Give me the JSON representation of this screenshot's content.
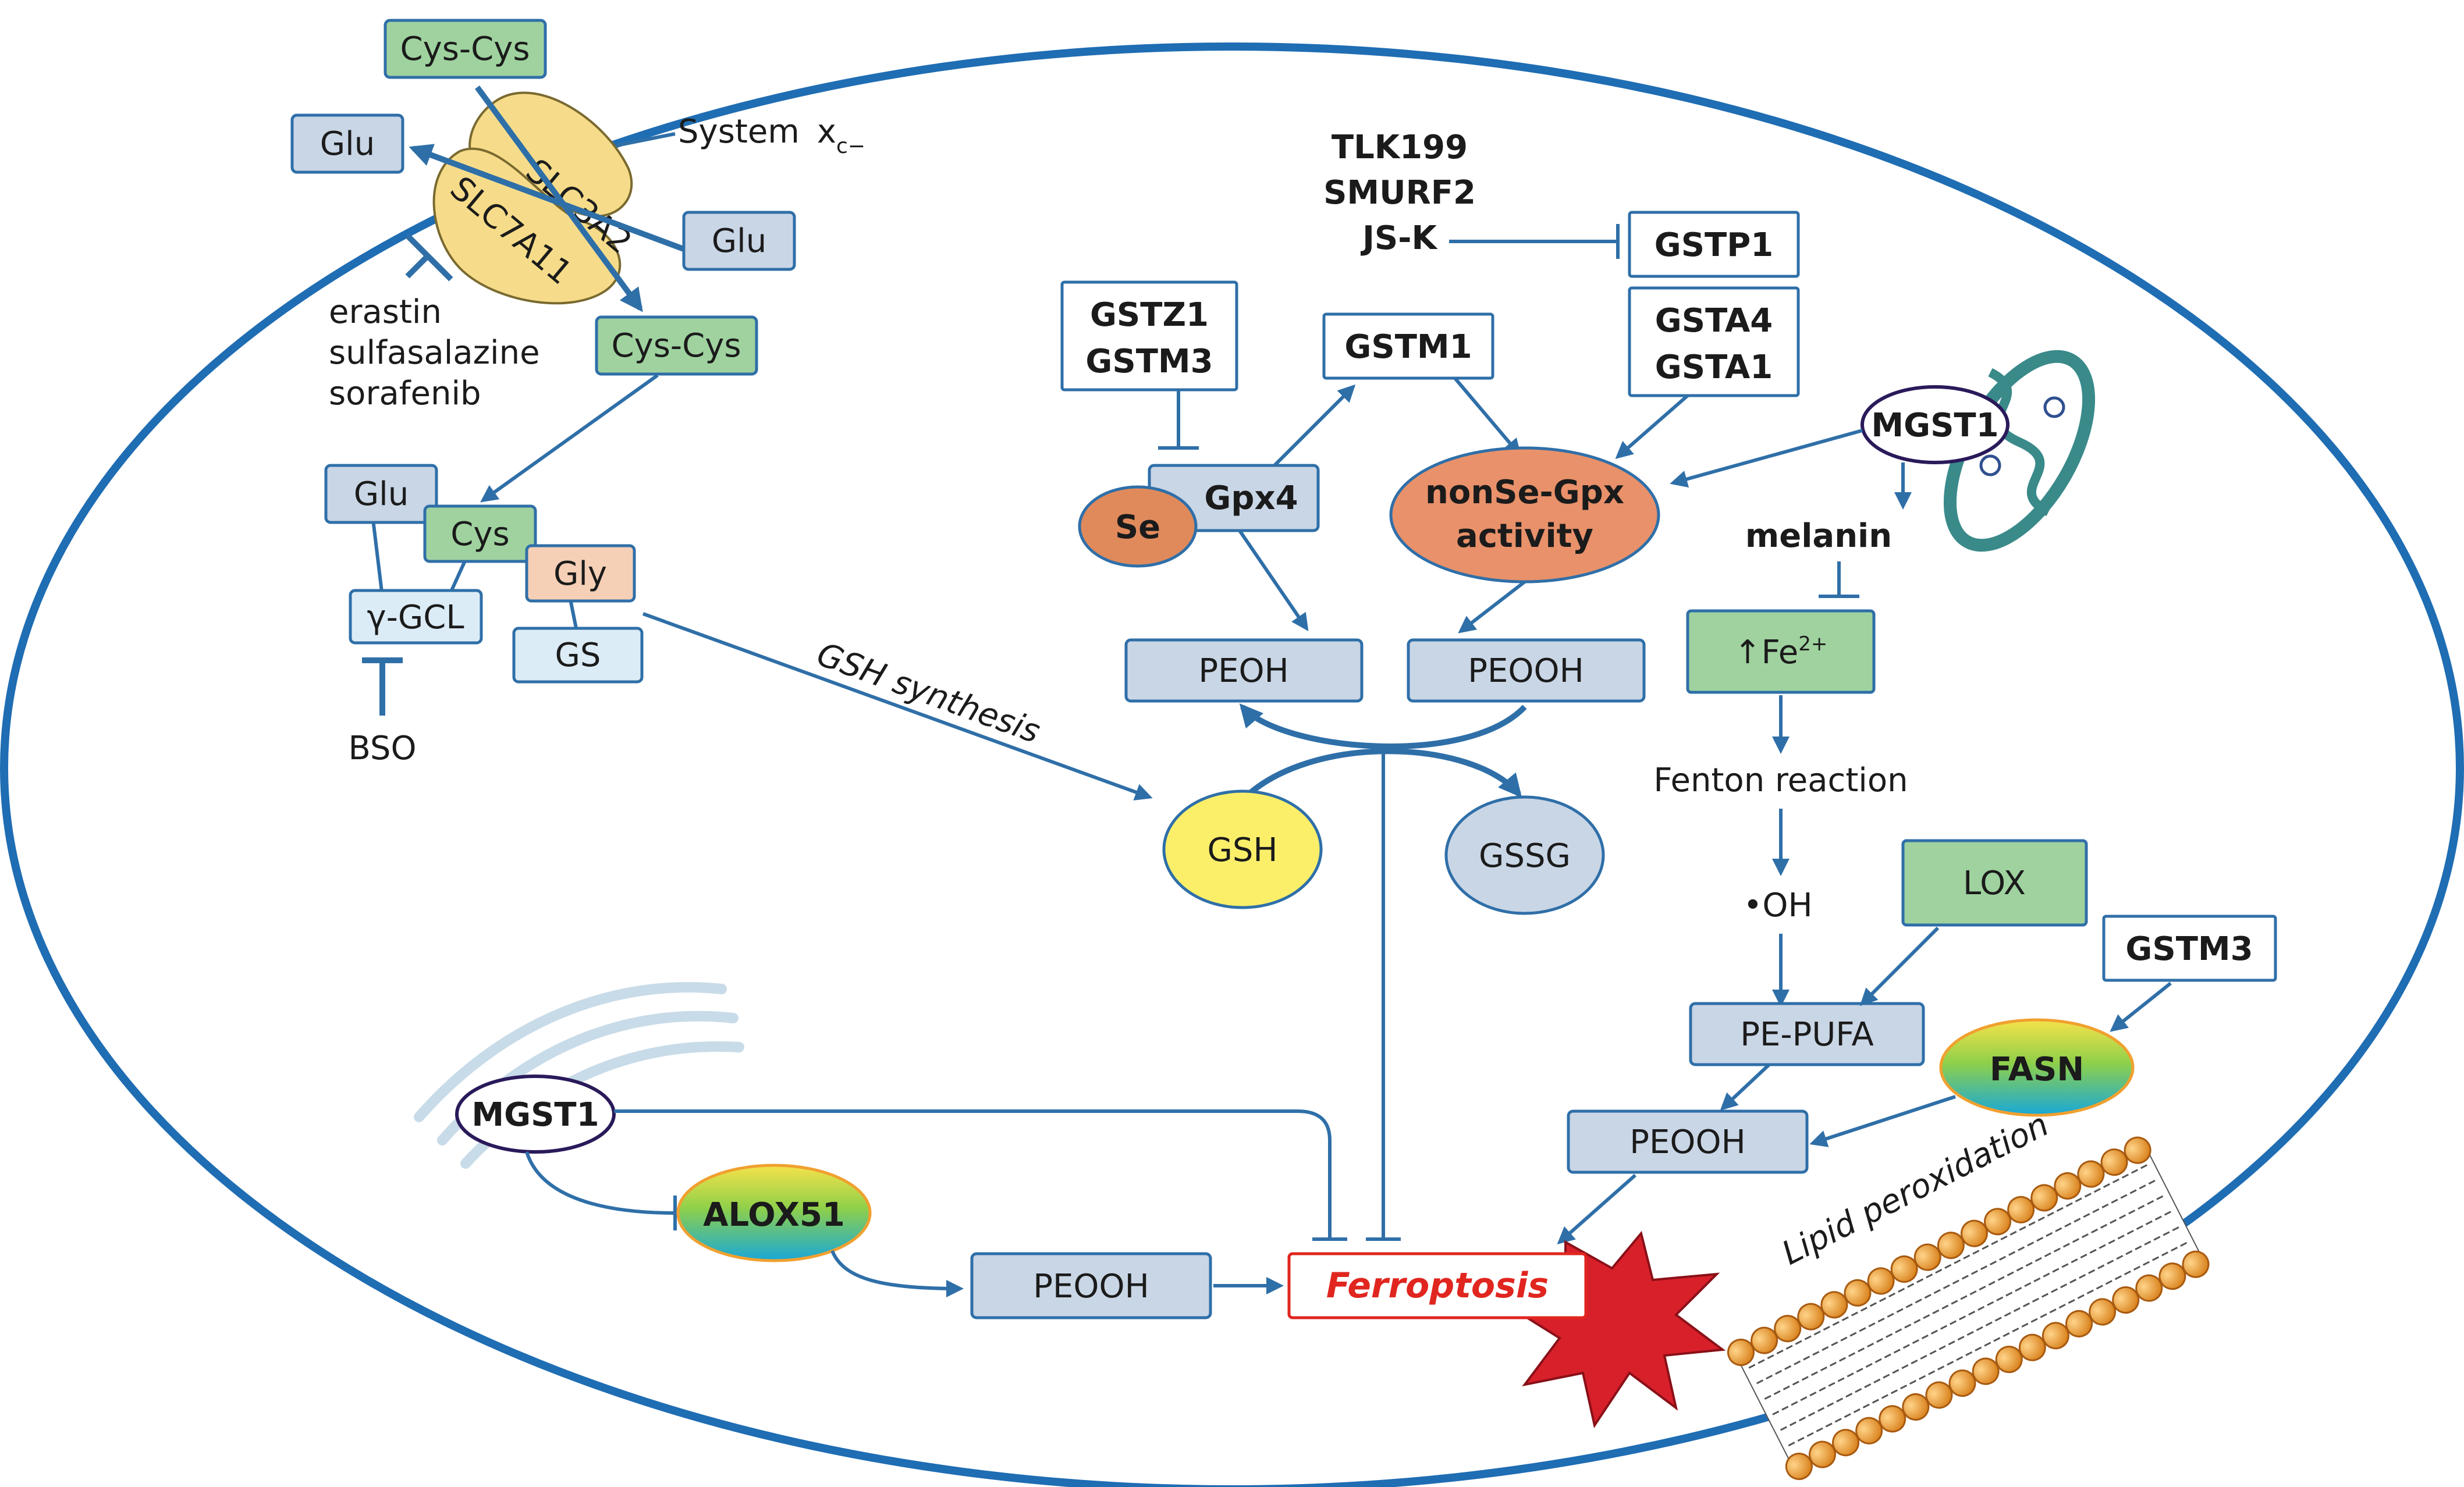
{
  "labels": {
    "cys_cys_top": "Cys-Cys",
    "glu_out": "Glu",
    "slc3a2": "SLC3A2",
    "slc7a11": "SLC7A11",
    "system_xc": "System",
    "system_xc_x": "x",
    "system_xc_sub": "c−",
    "glu_in": "Glu",
    "erastin": "erastin",
    "sulfasalazine": "sulfasalazine",
    "sorafenib": "sorafenib",
    "cys_cys_in": "Cys-Cys",
    "glu_gcl": "Glu",
    "cys": "Cys",
    "gly": "Gly",
    "gamma_gcl": "γ-GCL",
    "gs": "GS",
    "bso": "BSO",
    "gsh_synthesis": "GSH synthesis",
    "tlk199": "TLK199",
    "smurf2": "SMURF2",
    "jsk": "JS-K",
    "gstp1": "GSTP1",
    "gstz1": "GSTZ1",
    "gstm3_top": "GSTM3",
    "gstm1": "GSTM1",
    "gsta4": "GSTA4",
    "gsta1": "GSTA1",
    "mgst1_right": "MGST1",
    "gpx4": "Gpx4",
    "se": "Se",
    "nonse_gpx_1": "nonSe-Gpx",
    "nonse_gpx_2": "activity",
    "melanin": "melanin",
    "fe": "↑Fe",
    "fe_sup": "2+",
    "peoh": "PEOH",
    "peooh_top": "PEOOH",
    "fenton": "Fenton reaction",
    "oh": "•OH",
    "gsh": "GSH",
    "gssg": "GSSG",
    "lox": "LOX",
    "gstm3_right": "GSTM3",
    "pe_pufa": "PE-PUFA",
    "fasn": "FASN",
    "peooh_right": "PEOOH",
    "lipid_peroxidation": "Lipid peroxidation",
    "mgst1_left": "MGST1",
    "alox51": "ALOX51",
    "peooh_bottom": "PEOOH",
    "ferroptosis": "Ferroptosis"
  },
  "colors": {
    "cell_membrane": "#1f6db3",
    "arrow": "#2f6fa8",
    "box_blue": "#c9d6e6",
    "box_green": "#9fd29f",
    "box_peach": "#f5cfb6",
    "se_orange": "#e08a5c",
    "nonse_orange": "#e8916a",
    "gsh_yellow": "#fbef6a",
    "gssg_blue": "#c9d6e6",
    "ferroptosis_red": "#e0261f",
    "burst_red": "#d8202a",
    "transporter_yellow": "#f6dc8a",
    "mitochondria_teal": "#3a8a8a",
    "lipid_orange": "#f0a030"
  }
}
